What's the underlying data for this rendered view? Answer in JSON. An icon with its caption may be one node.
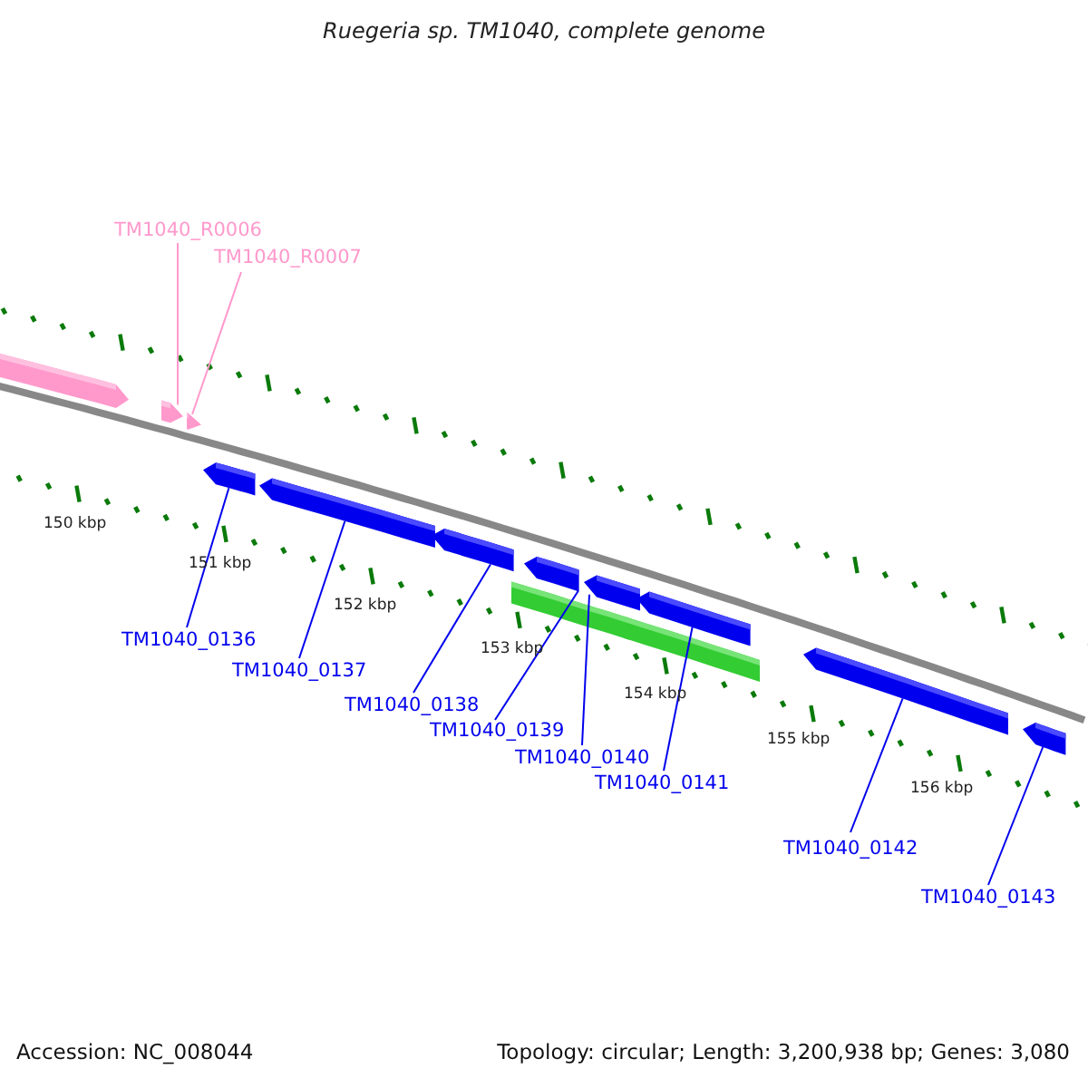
{
  "diagram": {
    "title": "Ruegeria sp. TM1040, complete genome",
    "nodes": [
      {
        "text": [
          "TM1040_R0006"
        ]
      },
      {
        "text": [
          "TM1040_R0007"
        ]
      },
      {
        "text": [],
        "shape": "arrow"
      },
      {
        "text": [],
        "shape": "arrow"
      },
      {
        "text": [],
        "shape": "arrow"
      },
      {
        "text": [],
        "shape": "arrow"
      },
      {
        "text": [],
        "shape": "arrow"
      },
      {
        "text": [],
        "shape": "arrow"
      },
      {
        "text": [],
        "shape": "arrow"
      },
      {
        "text": [],
        "shape": "arrow"
      },
      {
        "text": [],
        "shape": "arrow"
      },
      {
        "text": [],
        "shape": "arrow"
      },
      {
        "text": [],
        "shape": "arrow"
      },
      {
        "text": [],
        "shape": "bar"
      },
      {
        "text": [],
        "shape": "bar"
      },
      {
        "text": [
          "TM1040_0136"
        ]
      },
      {
        "text": [
          "TM1040_0137"
        ]
      },
      {
        "text": [
          "TM1040_0138"
        ]
      },
      {
        "text": [
          "TM1040_0139"
        ]
      },
      {
        "text": [
          "TM1040_0140"
        ]
      },
      {
        "text": [
          "TM1040_0141"
        ]
      },
      {
        "text": [
          "TM1040_0142"
        ]
      },
      {
        "text": [
          "TM1040_0143"
        ]
      }
    ],
    "edges": [
      {
        "from": 0,
        "to": 3,
        "arrow": "none",
        "color": "#ff99cc"
      },
      {
        "from": 1,
        "to": 4,
        "arrow": "none",
        "color": "#ff99cc"
      },
      {
        "from": 15,
        "to": 5,
        "arrow": "none"
      },
      {
        "from": 16,
        "to": 6,
        "arrow": "none"
      },
      {
        "from": 17,
        "to": 7,
        "arrow": "none"
      },
      {
        "from": 18,
        "to": 8,
        "arrow": "none"
      },
      {
        "from": 19,
        "to": 9,
        "arrow": "none"
      },
      {
        "from": 20,
        "to": 10,
        "arrow": "none"
      },
      {
        "from": 21,
        "to": 11,
        "arrow": "none"
      },
      {
        "from": 22,
        "to": 12,
        "arrow": "none"
      }
    ],
    "labels": [
      "150 kbp",
      "151 kbp",
      "152 kbp",
      "153 kbp",
      "154 kbp",
      "155 kbp",
      "156 kbp",
      "Accession: NC_008044",
      "Topology: circular; Length: 3,200,938 bp; Genes: 3,080"
    ]
  }
}
